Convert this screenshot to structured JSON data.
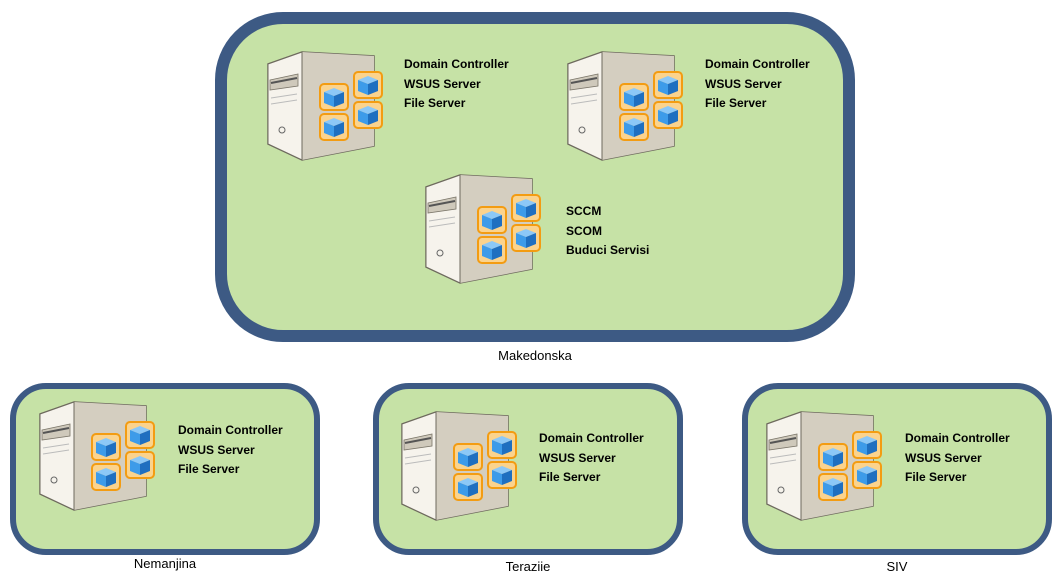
{
  "sites": {
    "main": {
      "label": "Makedonska",
      "servers": [
        {
          "roles": [
            "Domain Controller",
            "WSUS Server",
            "File Server"
          ],
          "icon": "server-icon"
        },
        {
          "roles": [
            "Domain Controller",
            "WSUS Server",
            "File Server"
          ],
          "icon": "server-icon"
        },
        {
          "roles": [
            "SCCM",
            "SCOM",
            "Buduci Servisi"
          ],
          "icon": "server-icon"
        }
      ]
    },
    "nemanjina": {
      "label": "Nemanjina",
      "server": {
        "roles": [
          "Domain Controller",
          "WSUS Server",
          "File Server"
        ],
        "icon": "server-icon"
      }
    },
    "terazije": {
      "label": "Teraziie",
      "server": {
        "roles": [
          "Domain Controller",
          "WSUS Server",
          "File Server"
        ],
        "icon": "server-icon"
      }
    },
    "siv": {
      "label": "SIV",
      "server": {
        "roles": [
          "Domain Controller",
          "WSUS Server",
          "File Server"
        ],
        "icon": "server-icon"
      }
    }
  },
  "colors": {
    "site_fill": "#c6e2a6",
    "site_border": "#3d5a84",
    "cube_blue": "#3d9be9",
    "cube_outline": "#f39c12"
  }
}
